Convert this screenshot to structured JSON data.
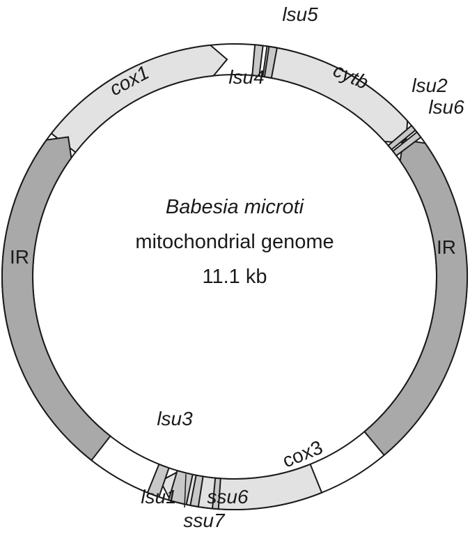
{
  "title": {
    "organism": "Babesia microti",
    "description": "mitochondrial genome",
    "size": "11.1 kb"
  },
  "colors": {
    "light_gene": "#e2e2e2",
    "ir": "#a9a9a9",
    "rna_gene": "#c8c8c8",
    "outline": "#1a1a1a"
  },
  "labels": {
    "cox1": "cox1",
    "cytb": "cytb",
    "cox3": "cox3",
    "ir_left": "IR",
    "ir_right": "IR",
    "lsu5": "lsu5",
    "lsu4": "lsu4",
    "lsu2": "lsu2",
    "lsu6": "lsu6",
    "lsu3": "lsu3",
    "lsu1": "lsu1",
    "ssu7": "ssu7",
    "ssu6": "ssu6"
  }
}
